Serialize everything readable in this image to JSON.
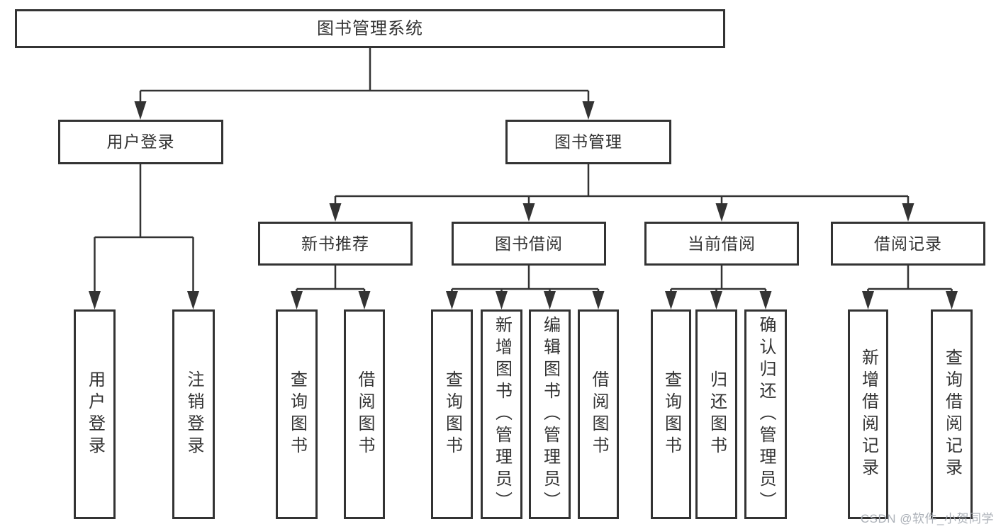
{
  "diagram": {
    "root": {
      "label": "图书管理系统"
    },
    "level2": [
      {
        "label": "用户登录"
      },
      {
        "label": "图书管理"
      }
    ],
    "level3": [
      {
        "label": "新书推荐"
      },
      {
        "label": "图书借阅"
      },
      {
        "label": "当前借阅"
      },
      {
        "label": "借阅记录"
      }
    ],
    "leaves": {
      "user_login": [
        {
          "label": "用户登录"
        },
        {
          "label": "注销登录"
        }
      ],
      "new_book_recommend": [
        {
          "label": "查询图书"
        },
        {
          "label": "借阅图书"
        }
      ],
      "book_borrow": [
        {
          "label": "查询图书"
        },
        {
          "label": "新增图书（管理员）"
        },
        {
          "label": "编辑图书（管理员）"
        },
        {
          "label": "借阅图书"
        }
      ],
      "current_borrow": [
        {
          "label": "查询图书"
        },
        {
          "label": "归还图书"
        },
        {
          "label": "确认归还（管理员）"
        }
      ],
      "borrow_records": [
        {
          "label": "新增借阅记录"
        },
        {
          "label": "查询借阅记录"
        }
      ]
    },
    "watermark": "CSDN @软件_小贺同学",
    "colors": {
      "line": "#333333",
      "border": "#333333",
      "text": "#333333",
      "watermark": "#a8adb4",
      "background": "#ffffff"
    }
  }
}
